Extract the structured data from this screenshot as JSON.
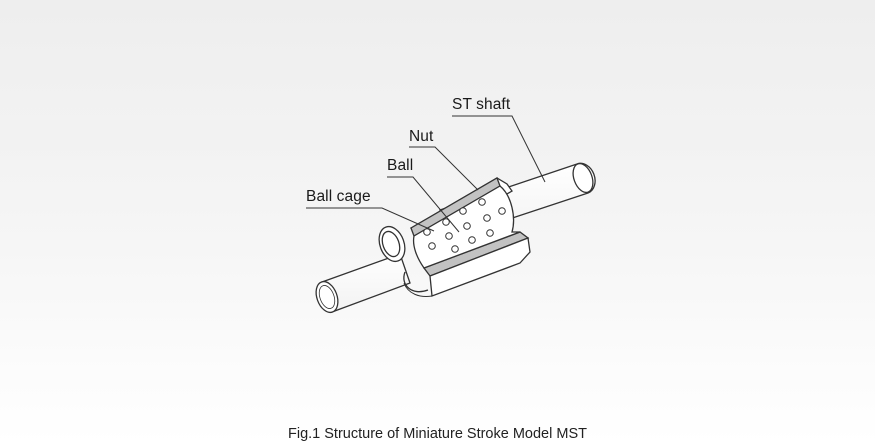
{
  "labels": {
    "st_shaft": "ST shaft",
    "nut": "Nut",
    "ball": "Ball",
    "ball_cage": "Ball cage"
  },
  "caption": "Fig.1 Structure of Miniature Stroke Model MST",
  "colors": {
    "background_top": "#eeeeee",
    "background_bottom": "#ffffff",
    "line": "#333333",
    "part_fill": "#ffffff",
    "nut_edge_fill": "#b9b9b9"
  }
}
